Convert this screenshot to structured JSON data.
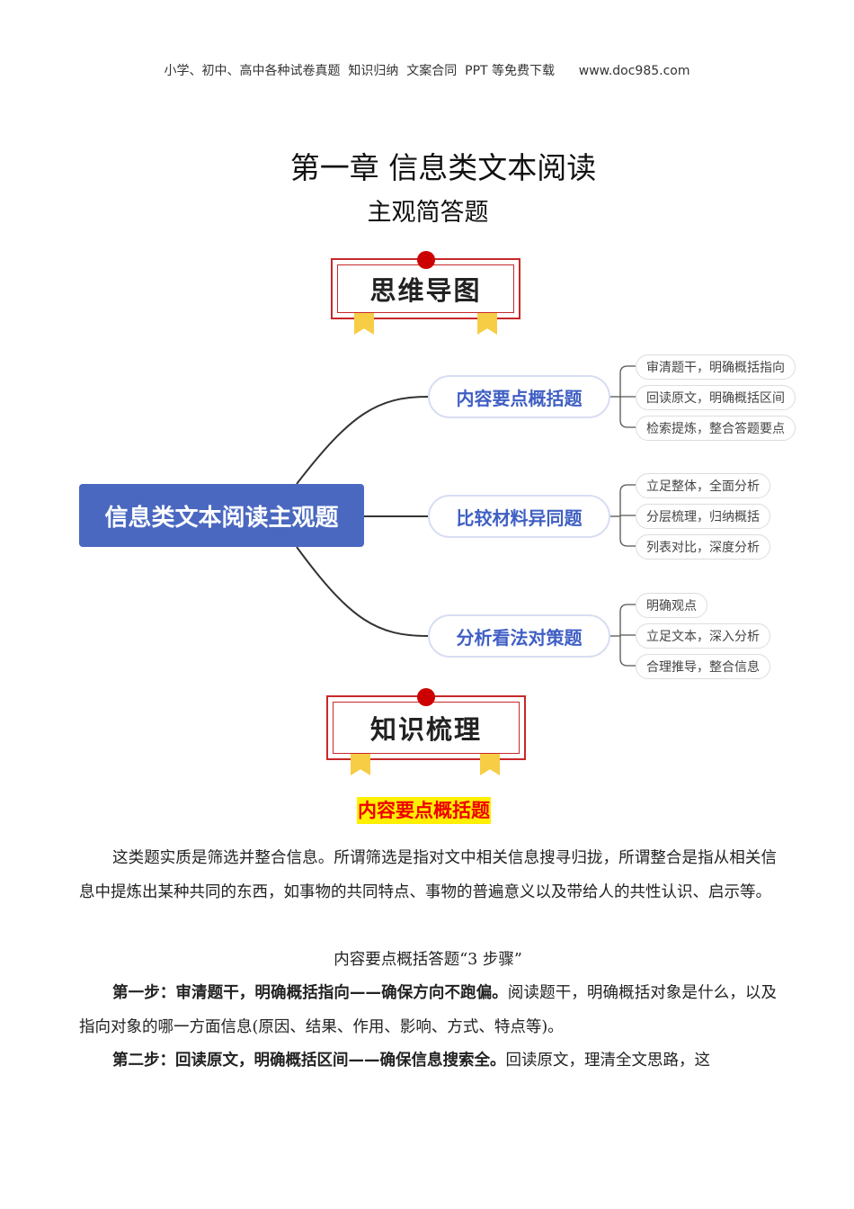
{
  "header": {
    "text": "小学、初中、高中各种试卷真题  知识归纳  文案合同  PPT 等免费下载",
    "site": "www.doc985.com"
  },
  "title": "第一章  信息类文本阅读",
  "subtitle": "主观简答题",
  "badge1": "思维导图",
  "badge2": "知识梳理",
  "mindmap": {
    "central": "信息类文本阅读主观题",
    "branches": [
      {
        "label": "内容要点概括题",
        "leaves": [
          "审清题干，明确概括指向",
          "回读原文，明确概括区间",
          "检索提炼，整合答题要点"
        ]
      },
      {
        "label": "比较材料异同题",
        "leaves": [
          "立足整体，全面分析",
          "分层梳理，归纳概括",
          "列表对比，深度分析"
        ]
      },
      {
        "label": "分析看法对策题",
        "leaves": [
          "明确观点",
          "立足文本，深入分析",
          "合理推导，整合信息"
        ]
      }
    ],
    "colors": {
      "central": "#4a68c0",
      "branch_text": "#3f5fc4"
    }
  },
  "section_heading": "内容要点概括题",
  "para1": "这类题实质是筛选并整合信息。所谓筛选是指对文中相关信息搜寻归拢，所谓整合是指从相关信息中提炼出某种共同的东西，如事物的共同特点、事物的普遍意义以及带给人的共性认识、启示等。",
  "steps_title": "内容要点概括答题“3 步骤”",
  "step1": {
    "bold": "第一步：审清题干，明确概括指向——确保方向不跑偏。",
    "text": "阅读题干，明确概括对象是什么，以及指向对象的哪一方面信息(原因、结果、作用、影响、方式、特点等)。"
  },
  "step2": {
    "bold": "第二步：回读原文，明确概括区间——确保信息搜索全。",
    "text": "回读原文，理清全文思路，这"
  }
}
